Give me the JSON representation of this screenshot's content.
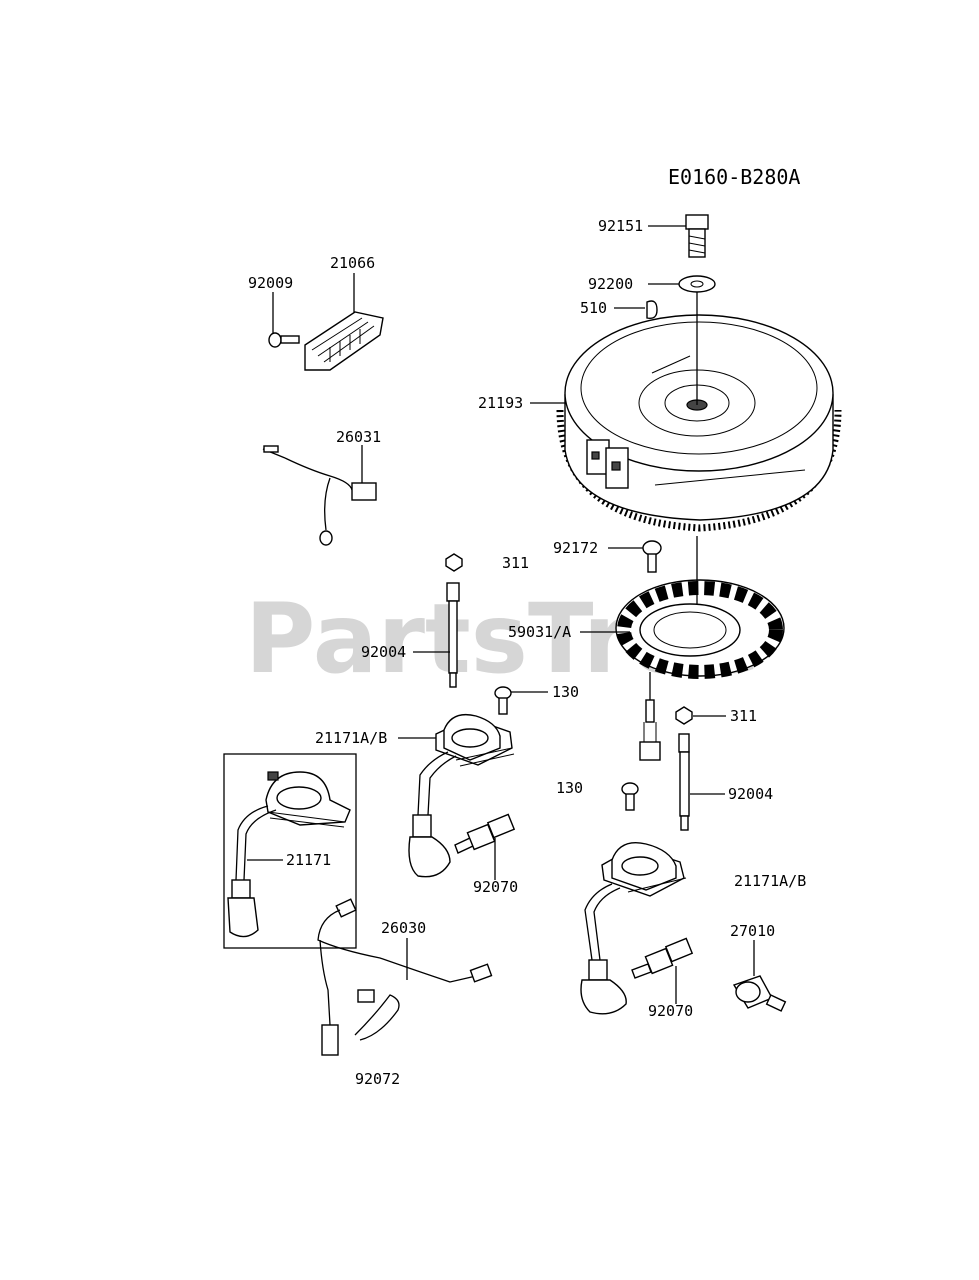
{
  "diagram_code": "E0160-B280A",
  "watermark": "PartsTree",
  "callouts": {
    "c92151": "92151",
    "c92200": "92200",
    "c510": "510",
    "c21193": "21193",
    "c21066": "21066",
    "c92009": "92009",
    "c26031": "26031",
    "c311_top": "311",
    "c92172": "92172",
    "c59031": "59031/A",
    "c92004_left": "92004",
    "c130_top": "130",
    "c311_right": "311",
    "c21171ab_left": "21171A/B",
    "c130_mid": "130",
    "c92004_right": "92004",
    "c21171": "21171",
    "c92070_left": "92070",
    "c21171ab_right": "21171A/B",
    "c26030": "26030",
    "c27010": "27010",
    "c92070_right": "92070",
    "c92072": "92072"
  }
}
